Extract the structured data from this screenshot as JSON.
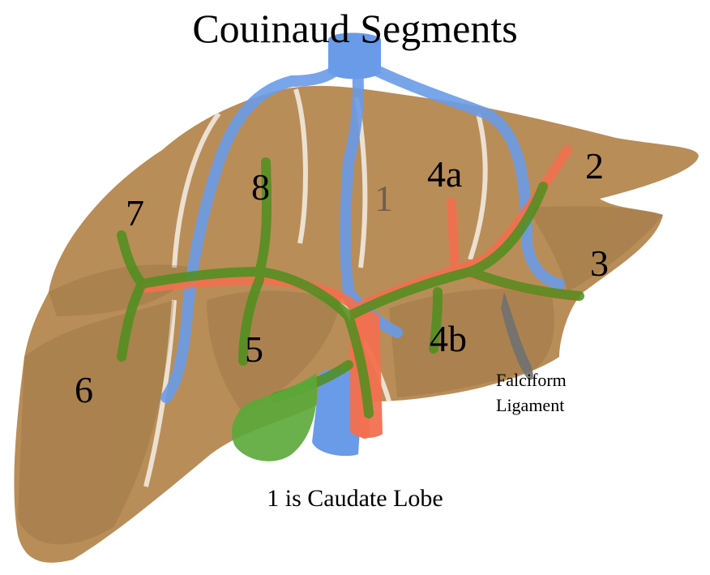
{
  "title": "Couinaud Segments",
  "segments": {
    "s1": "1",
    "s2": "2",
    "s3": "3",
    "s4a": "4a",
    "s4b": "4b",
    "s5": "5",
    "s6": "6",
    "s7": "7",
    "s8": "8"
  },
  "falciform": {
    "line1": "Falciform",
    "line2": "Ligament"
  },
  "caption": "1 is Caudate Lobe",
  "colors": {
    "liver": "#b5874f",
    "hepatic_vein": "#6a9be8",
    "portal_vein": "#4f8f1e",
    "hepatic_artery": "#f2704f",
    "gallbladder": "#5aa838",
    "ligament": "#707070"
  }
}
